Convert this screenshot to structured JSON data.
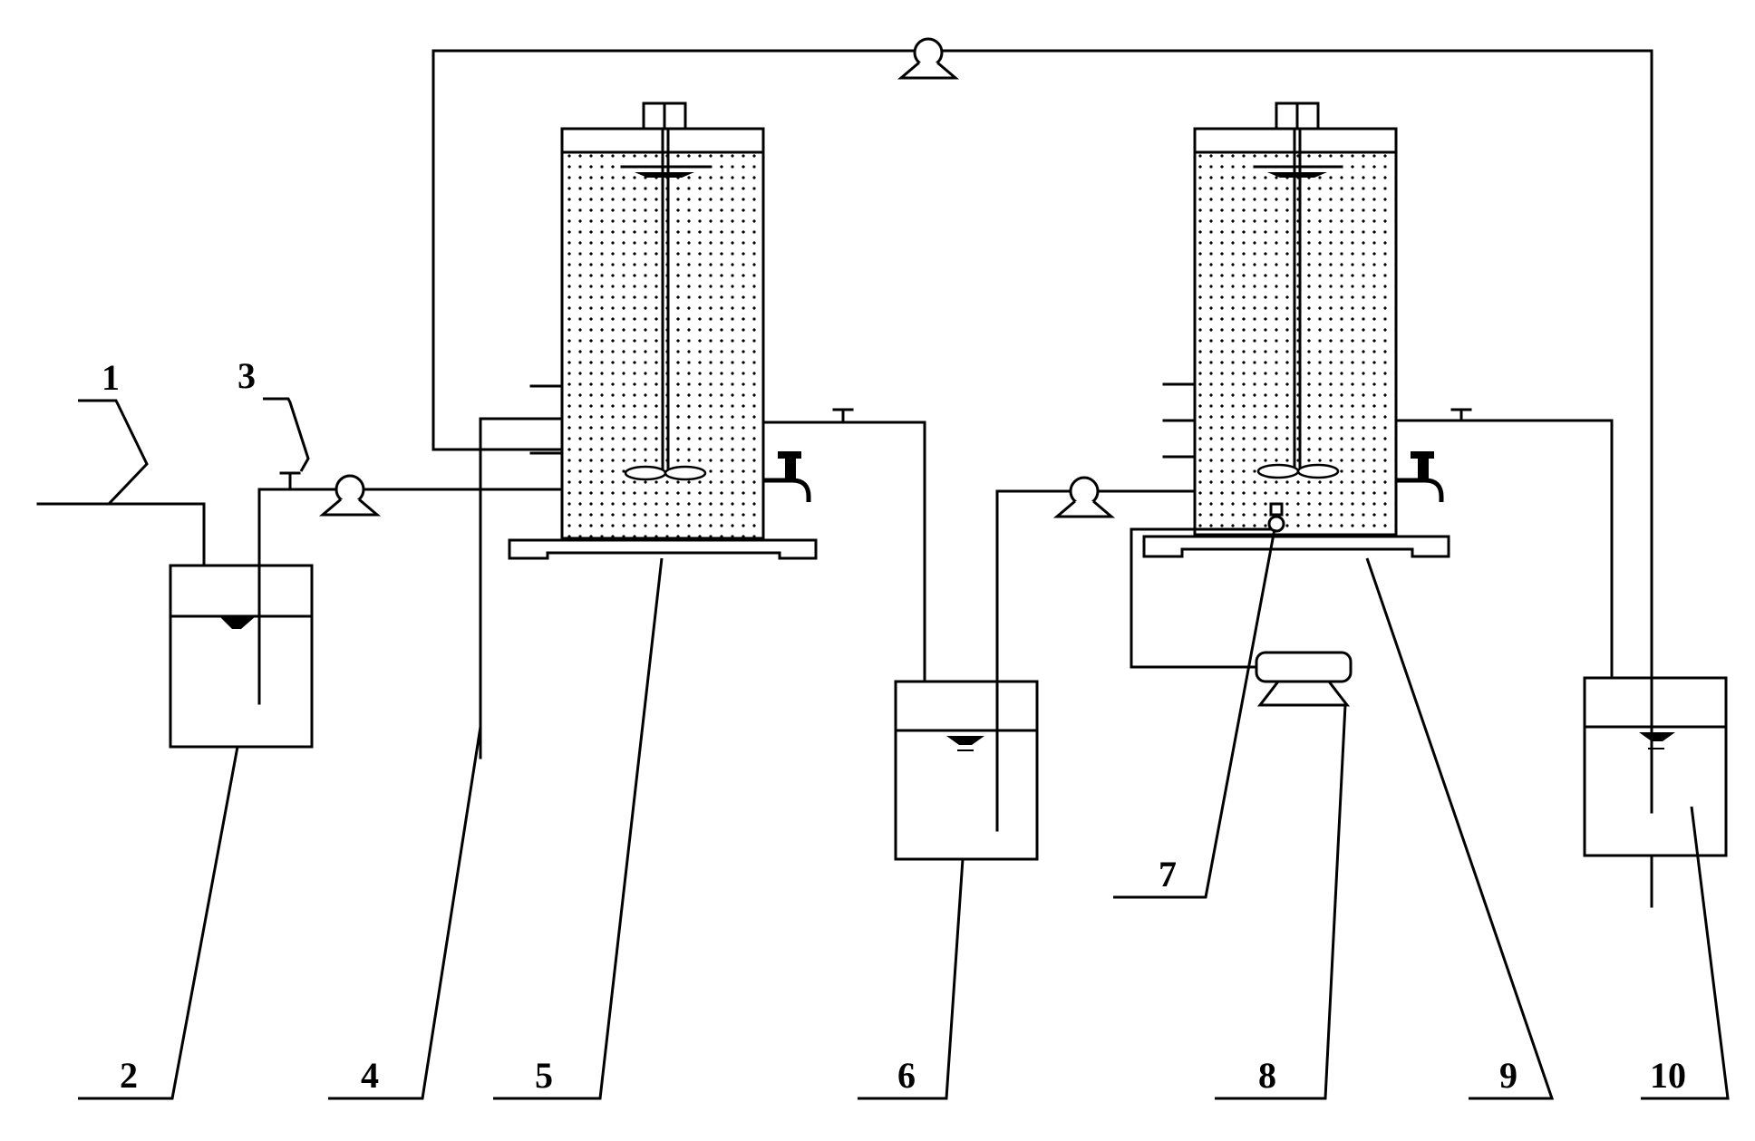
{
  "labels": {
    "l1": "1",
    "l2": "2",
    "l3": "3",
    "l4": "4",
    "l5": "5",
    "l6": "6",
    "l7": "7",
    "l8": "8",
    "l9": "9",
    "l10": "10"
  },
  "colors": {
    "line": "#000000",
    "background": "#ffffff",
    "dots": "#000000"
  }
}
